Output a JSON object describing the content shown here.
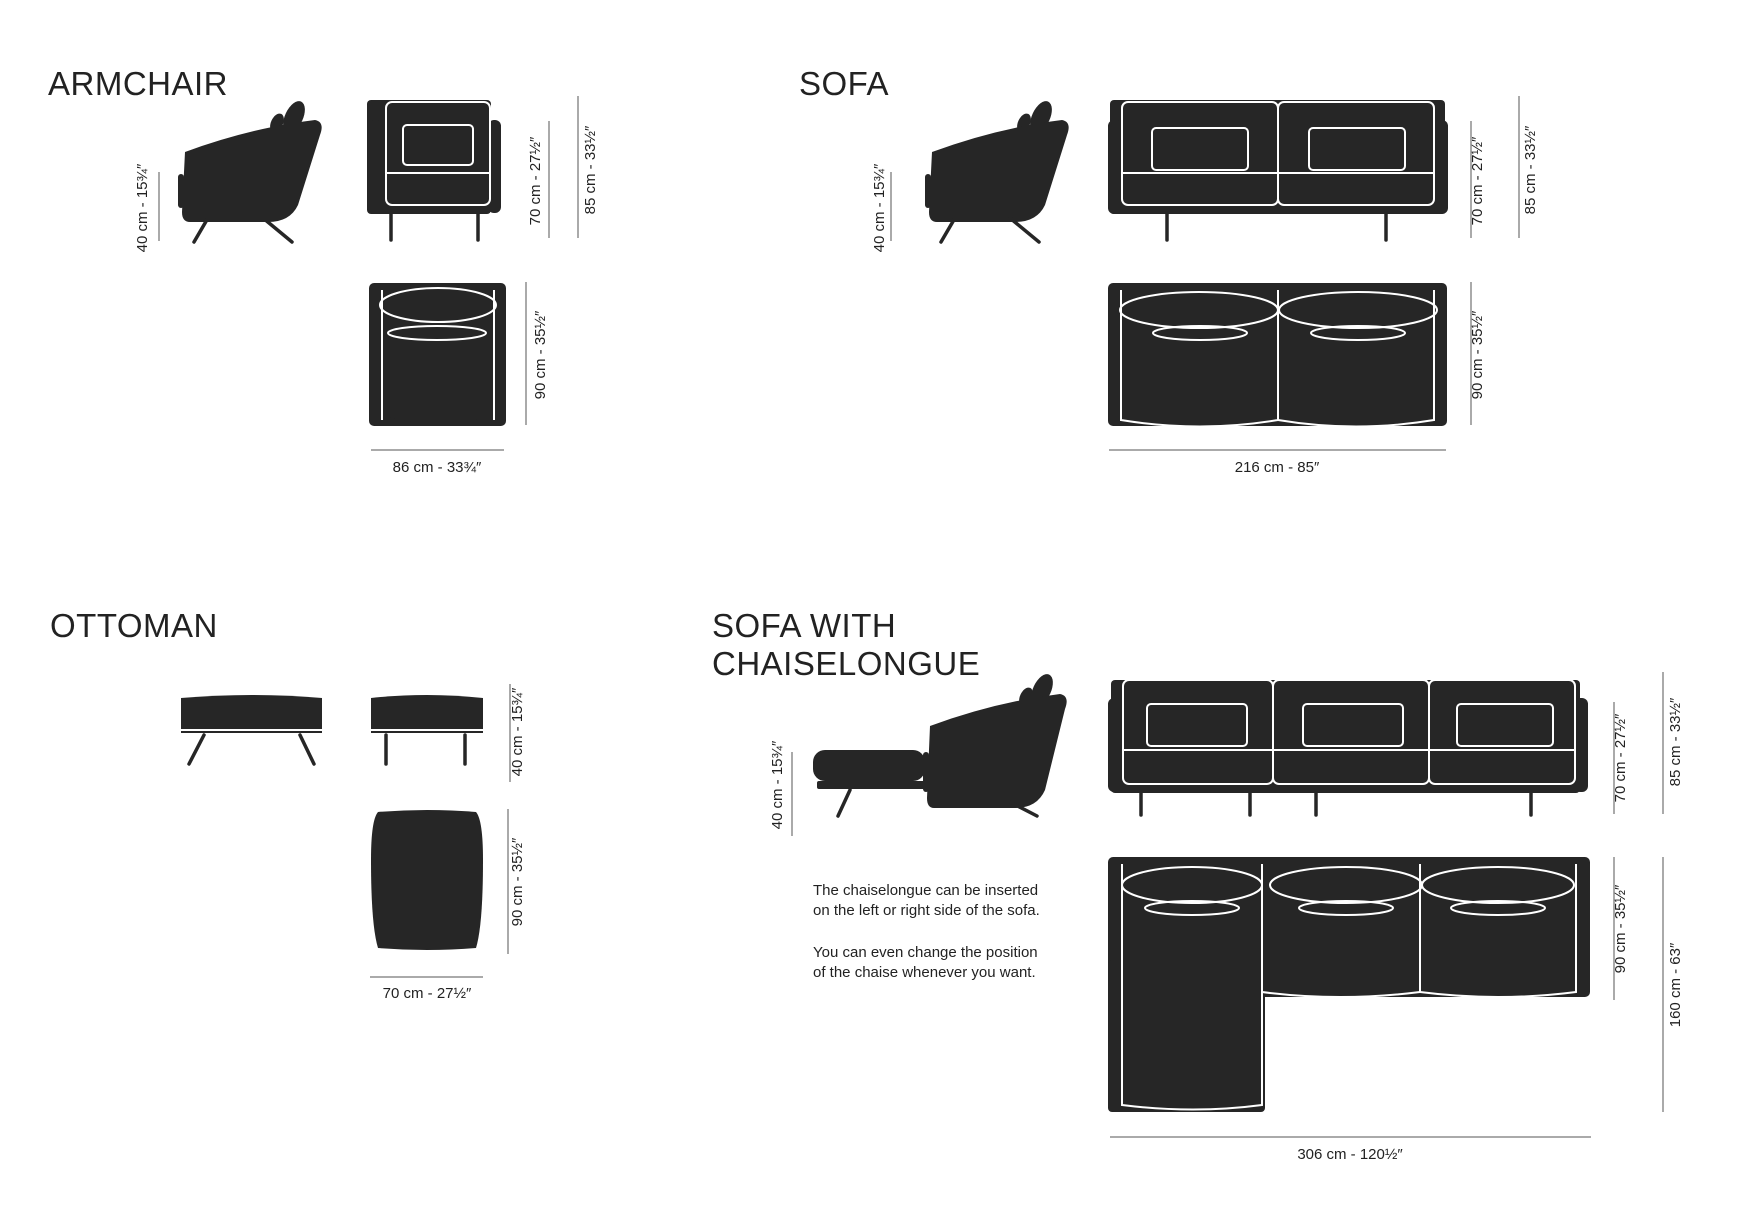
{
  "sections": {
    "armchair": {
      "title": "ARMCHAIR",
      "seat_height": "40 cm - 15¾″",
      "seat_back": "70 cm - 27½″",
      "total_height": "85 cm - 33½″",
      "depth": "90 cm - 35½″",
      "width": "86 cm - 33¾″"
    },
    "sofa": {
      "title": "SOFA",
      "seat_height": "40 cm - 15¾″",
      "seat_back": "70 cm - 27½″",
      "total_height": "85 cm - 33½″",
      "depth": "90 cm - 35½″",
      "width": "216 cm - 85″"
    },
    "ottoman": {
      "title": "OTTOMAN",
      "height": "40 cm - 15¾″",
      "depth": "90 cm - 35½″",
      "width": "70 cm - 27½″"
    },
    "sofa_chaise": {
      "title_line1": "SOFA WITH",
      "title_line2": "CHAISELONGUE",
      "seat_height": "40 cm - 15¾″",
      "seat_back": "70 cm - 27½″",
      "total_height": "85 cm - 33½″",
      "depth": "90 cm - 35½″",
      "chaise_depth": "160 cm - 63″",
      "width": "306 cm - 120½″",
      "note_line1": "The chaiselongue can be inserted",
      "note_line2": "on the left or right side of the sofa.",
      "note_line3": "You can even change the position",
      "note_line4": "of the chaise whenever you want."
    }
  }
}
